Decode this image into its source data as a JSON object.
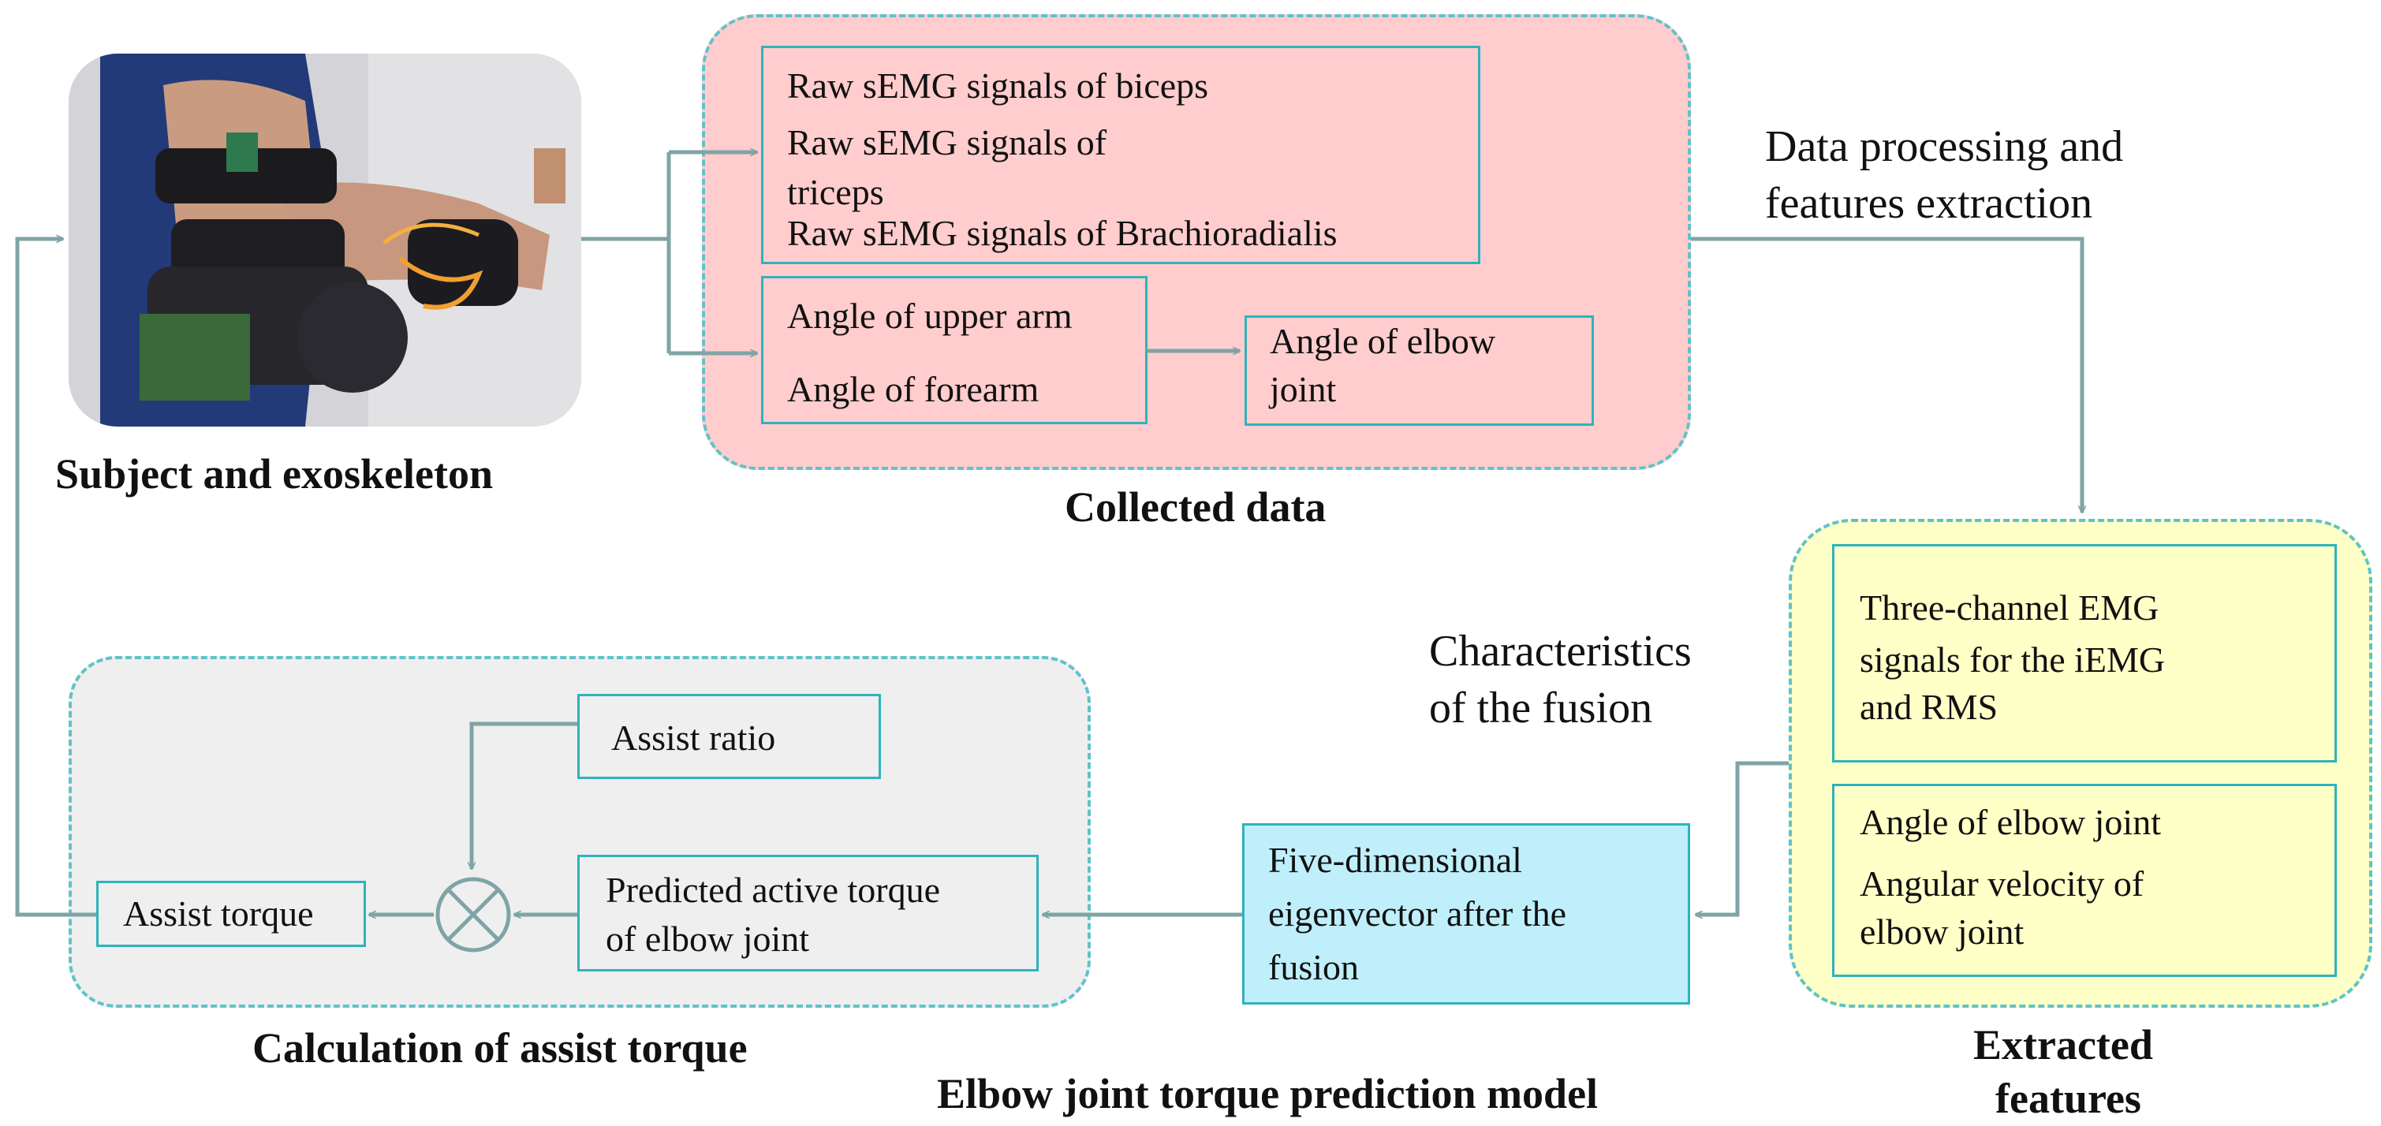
{
  "photo": {
    "caption": "Subject and exoskeleton"
  },
  "collected": {
    "caption": "Collected data",
    "semg_lines": [
      "Raw sEMG signals of biceps",
      "Raw sEMG signals of",
      "triceps",
      "Raw sEMG signals of Brachioradialis"
    ],
    "upper_arm": "Angle of upper arm",
    "forearm": "Angle of forearm",
    "elbow_lines": [
      "Angle of elbow",
      "joint"
    ]
  },
  "processing_label_lines": [
    "Data processing and",
    "features extraction"
  ],
  "features": {
    "caption_lines": [
      "Extracted",
      "features"
    ],
    "emg_lines": [
      "Three-channel EMG",
      "signals for the iEMG",
      "and RMS"
    ],
    "angle": "Angle of elbow joint",
    "velocity_lines": [
      "Angular velocity of",
      "elbow joint"
    ]
  },
  "fusion_label_lines": [
    "Characteristics",
    "of the fusion"
  ],
  "model": {
    "caption": "Elbow joint torque prediction model",
    "eigen_lines": [
      "Five-dimensional",
      "eigenvector after the",
      "fusion"
    ]
  },
  "assist": {
    "caption": "Calculation of assist torque",
    "ratio": "Assist ratio",
    "predicted_lines": [
      "Predicted active torque",
      "of elbow joint"
    ],
    "torque": "Assist torque",
    "multiply_symbol": "⊗"
  },
  "colors": {
    "line": "#7fa4a6",
    "border": "#2fb3bb",
    "dashed": "#5fc3c9",
    "pink": "#ffcdcd",
    "yellow": "#ffffc8",
    "grey": "#efefef",
    "cyan": "#bfeffb"
  }
}
